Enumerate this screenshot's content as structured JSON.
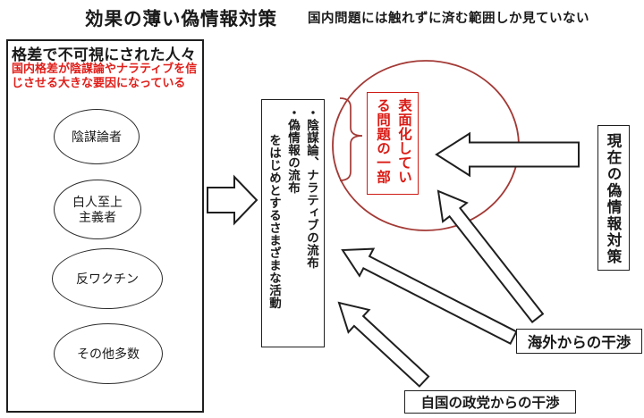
{
  "header": {
    "title": "効果の薄い偽情報対策",
    "subtitle": "国内問題には触れずに済む範囲しか見ていない"
  },
  "left_panel": {
    "title": "格差で不可視にされた人々",
    "warning": "国内格差が陰謀論やナラティブを信じさせる大きな要因になっている",
    "groups": [
      "陰謀論者",
      "白人至上主義者",
      "反ワクチン",
      "その他多数"
    ]
  },
  "activities_box": {
    "line1": "・陰謀論、ナラティブの流布",
    "line2": "・偽情報の流布",
    "line3": "をはじめとするさまざまな活動"
  },
  "surfaced_box": {
    "line1": "表面化してい",
    "line2": "る問題の一部"
  },
  "current_box": {
    "label": "現在の偽情報対策"
  },
  "foreign_box": {
    "label": "海外からの干渉"
  },
  "domestic_box": {
    "label": "自国の政党からの干渉"
  },
  "colors": {
    "red_text": "#e01f1a",
    "red_circle": "#a33a36",
    "red_box_border": "#cf1b15",
    "line_black": "#1f1f1f"
  }
}
